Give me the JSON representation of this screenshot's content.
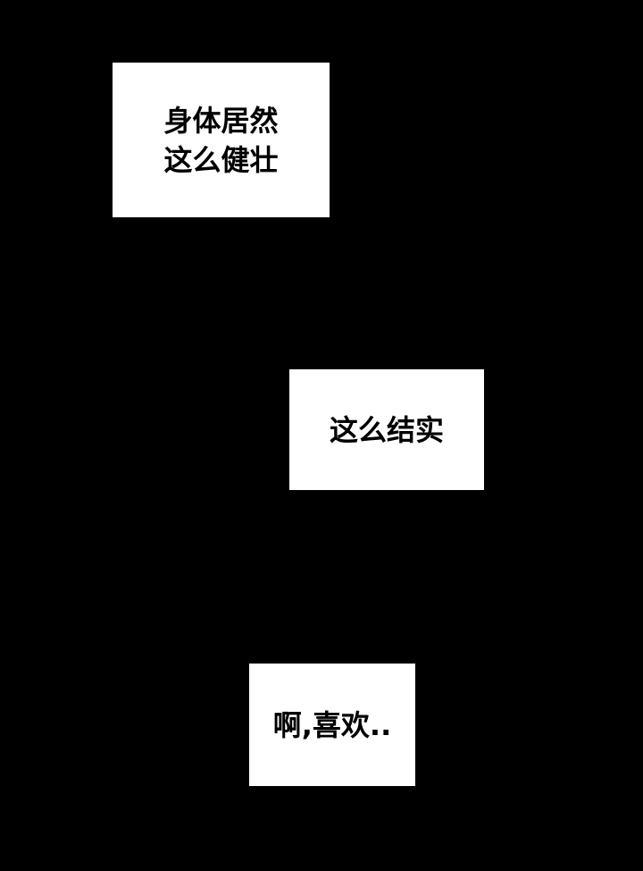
{
  "background_color": "#000000",
  "caption_box_color": "#ffffff",
  "text_color": "#000000",
  "captions": [
    {
      "lines": [
        "身体居然",
        "这么健壮"
      ]
    },
    {
      "lines": [
        "这么结实"
      ]
    },
    {
      "lines": [
        "啊,喜欢.."
      ]
    }
  ]
}
